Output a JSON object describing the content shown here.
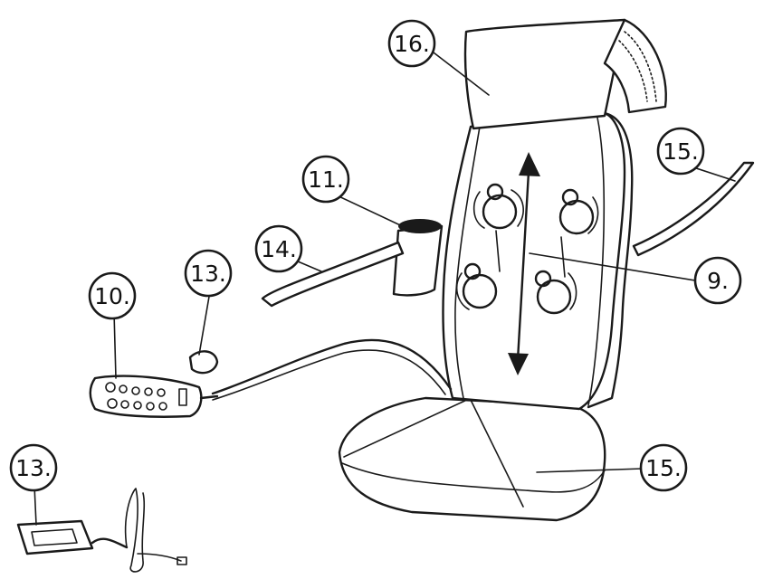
{
  "callouts": [
    {
      "id": "c16",
      "label": "16."
    },
    {
      "id": "c15a",
      "label": "15."
    },
    {
      "id": "c11",
      "label": "11."
    },
    {
      "id": "c14",
      "label": "14."
    },
    {
      "id": "c13a",
      "label": "13."
    },
    {
      "id": "c10",
      "label": "10."
    },
    {
      "id": "c9",
      "label": "9."
    },
    {
      "id": "c15b",
      "label": "15."
    },
    {
      "id": "c13b",
      "label": "13."
    }
  ]
}
